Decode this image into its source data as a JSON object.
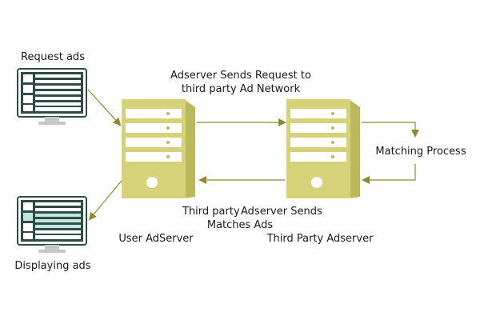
{
  "labels": {
    "request_ads": "Request ads",
    "displaying_ads": "Displaying ads",
    "sends_request_line1": "Adserver Sends Request to",
    "sends_request_line2": "third party Ad Network",
    "matching_process": "Matching Process",
    "third_party_matches_line1": "Third party",
    "third_party_matches_line2": "Matches Ads",
    "adserver_sends": "Adserver Sends",
    "user_adserver": "User AdServer",
    "third_party_adserver": "Third Party Adserver"
  },
  "colors": {
    "server_front": "#d6d27a",
    "server_side": "#bcb85c",
    "server_slot": "#ffffff",
    "arrow": "#8f8a2f",
    "monitor_frame": "#2e4b44",
    "monitor_stand": "#c8c8c8",
    "monitor_highlight": "#bfe6e1"
  },
  "icons": {
    "server": "server-icon",
    "monitor": "monitor-icon"
  }
}
